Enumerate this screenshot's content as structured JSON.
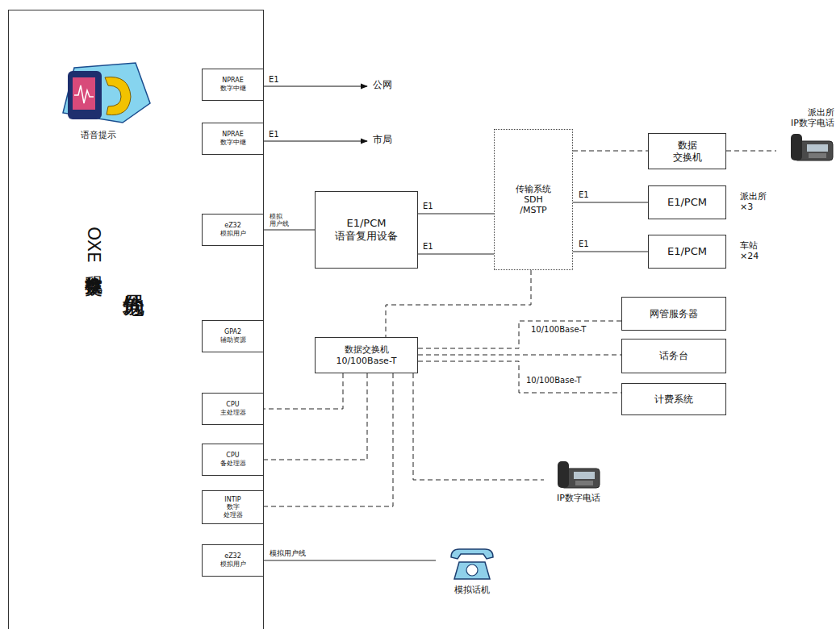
{
  "diagram": {
    "nodes": [
      {
        "text": [
          "地铁分局",
          "OXE数字程控交换机"
        ]
      },
      {
        "text": [
          "NPRAE 数字中继"
        ],
        "in": 0
      },
      {
        "text": [
          "NPRAE 数字中继"
        ],
        "in": 0
      },
      {
        "text": [
          "eZ32 模拟用户"
        ],
        "in": 0
      },
      {
        "text": [
          "GPA2 辅助资源"
        ],
        "in": 0
      },
      {
        "text": [
          "CPU 主处理器"
        ],
        "in": 0
      },
      {
        "text": [
          "CPU 备处理器"
        ],
        "in": 0
      },
      {
        "text": [
          "INTIP 数字 处理器"
        ],
        "in": 0
      },
      {
        "text": [
          "eZ32 模拟用户"
        ],
        "in": 0
      },
      {
        "text": [
          "E1/PCM 语音复用设备"
        ]
      },
      {
        "text": [
          "传输系统 SDH /MSTP"
        ]
      },
      {
        "text": [
          "数据 交换机"
        ]
      },
      {
        "text": [
          "派出所 IP数字电话"
        ]
      },
      {
        "text": [
          "E1/PCM",
          "派出所 ×3"
        ]
      },
      {
        "text": [
          "E1/PCM",
          "车站 ×24"
        ]
      },
      {
        "text": [
          "数据交换机 10/100Base-T"
        ]
      },
      {
        "text": [
          "网管服务器"
        ]
      },
      {
        "text": [
          "话务台"
        ]
      },
      {
        "text": [
          "计费系统"
        ]
      },
      {
        "text": [
          "IP数字电话"
        ]
      },
      {
        "text": [
          "模拟话机"
        ]
      }
    ],
    "edges": [
      {
        "from": 3,
        "to": 9,
        "arrow": "none",
        "label": "模拟 用户线"
      },
      {
        "from": 9,
        "to": 10,
        "arrow": "none",
        "label": "E1"
      },
      {
        "from": 9,
        "to": 10,
        "arrow": "none",
        "label": "E1"
      },
      {
        "from": 10,
        "to": 11,
        "arrow": "none"
      },
      {
        "from": 11,
        "to": 12,
        "arrow": "none"
      },
      {
        "from": 10,
        "to": 13,
        "arrow": "none",
        "label": "E1"
      },
      {
        "from": 10,
        "to": 14,
        "arrow": "none",
        "label": "E1"
      },
      {
        "from": 10,
        "to": 15,
        "arrow": "none"
      },
      {
        "from": 15,
        "to": 16,
        "arrow": "none",
        "label": "10/100Base-T"
      },
      {
        "from": 15,
        "to": 17,
        "arrow": "none"
      },
      {
        "from": 15,
        "to": 18,
        "arrow": "none",
        "label": "10/100Base-T"
      },
      {
        "from": 15,
        "to": 5,
        "arrow": "none"
      },
      {
        "from": 15,
        "to": 6,
        "arrow": "none"
      },
      {
        "from": 15,
        "to": 7,
        "arrow": "none"
      },
      {
        "from": 15,
        "to": 19,
        "arrow": "none"
      },
      {
        "from": 8,
        "to": 20,
        "arrow": "none",
        "label": "模拟用户线"
      }
    ],
    "labels": [
      "语音提示",
      "E1",
      "公网",
      "E1",
      "市局"
    ]
  }
}
